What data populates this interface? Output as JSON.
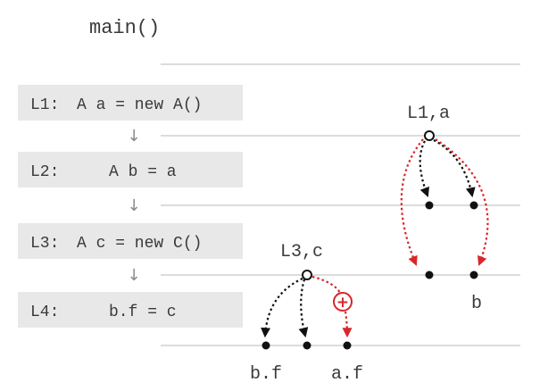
{
  "title": "main()",
  "statements": [
    {
      "label": "L1:",
      "code": "A a = new A()"
    },
    {
      "label": "L2:",
      "code": "A b = a"
    },
    {
      "label": "L3:",
      "code": "A c = new C()"
    },
    {
      "label": "L4:",
      "code": "b.f = c"
    }
  ],
  "arrow_glyph": "↓",
  "node_labels": {
    "alloc_l1": "L1,a",
    "alloc_l3": "L3,c",
    "field_bf": "b.f",
    "field_af": "a.f",
    "var_b": "b"
  },
  "plus_symbol": "+",
  "colors": {
    "statement_bg": "#e8e8e8",
    "text": "#3a3a3a",
    "timeline": "#c8c8c8",
    "flow_arrow": "#8a8a8a",
    "black_edge": "#111111",
    "red_edge": "#d8262a"
  }
}
